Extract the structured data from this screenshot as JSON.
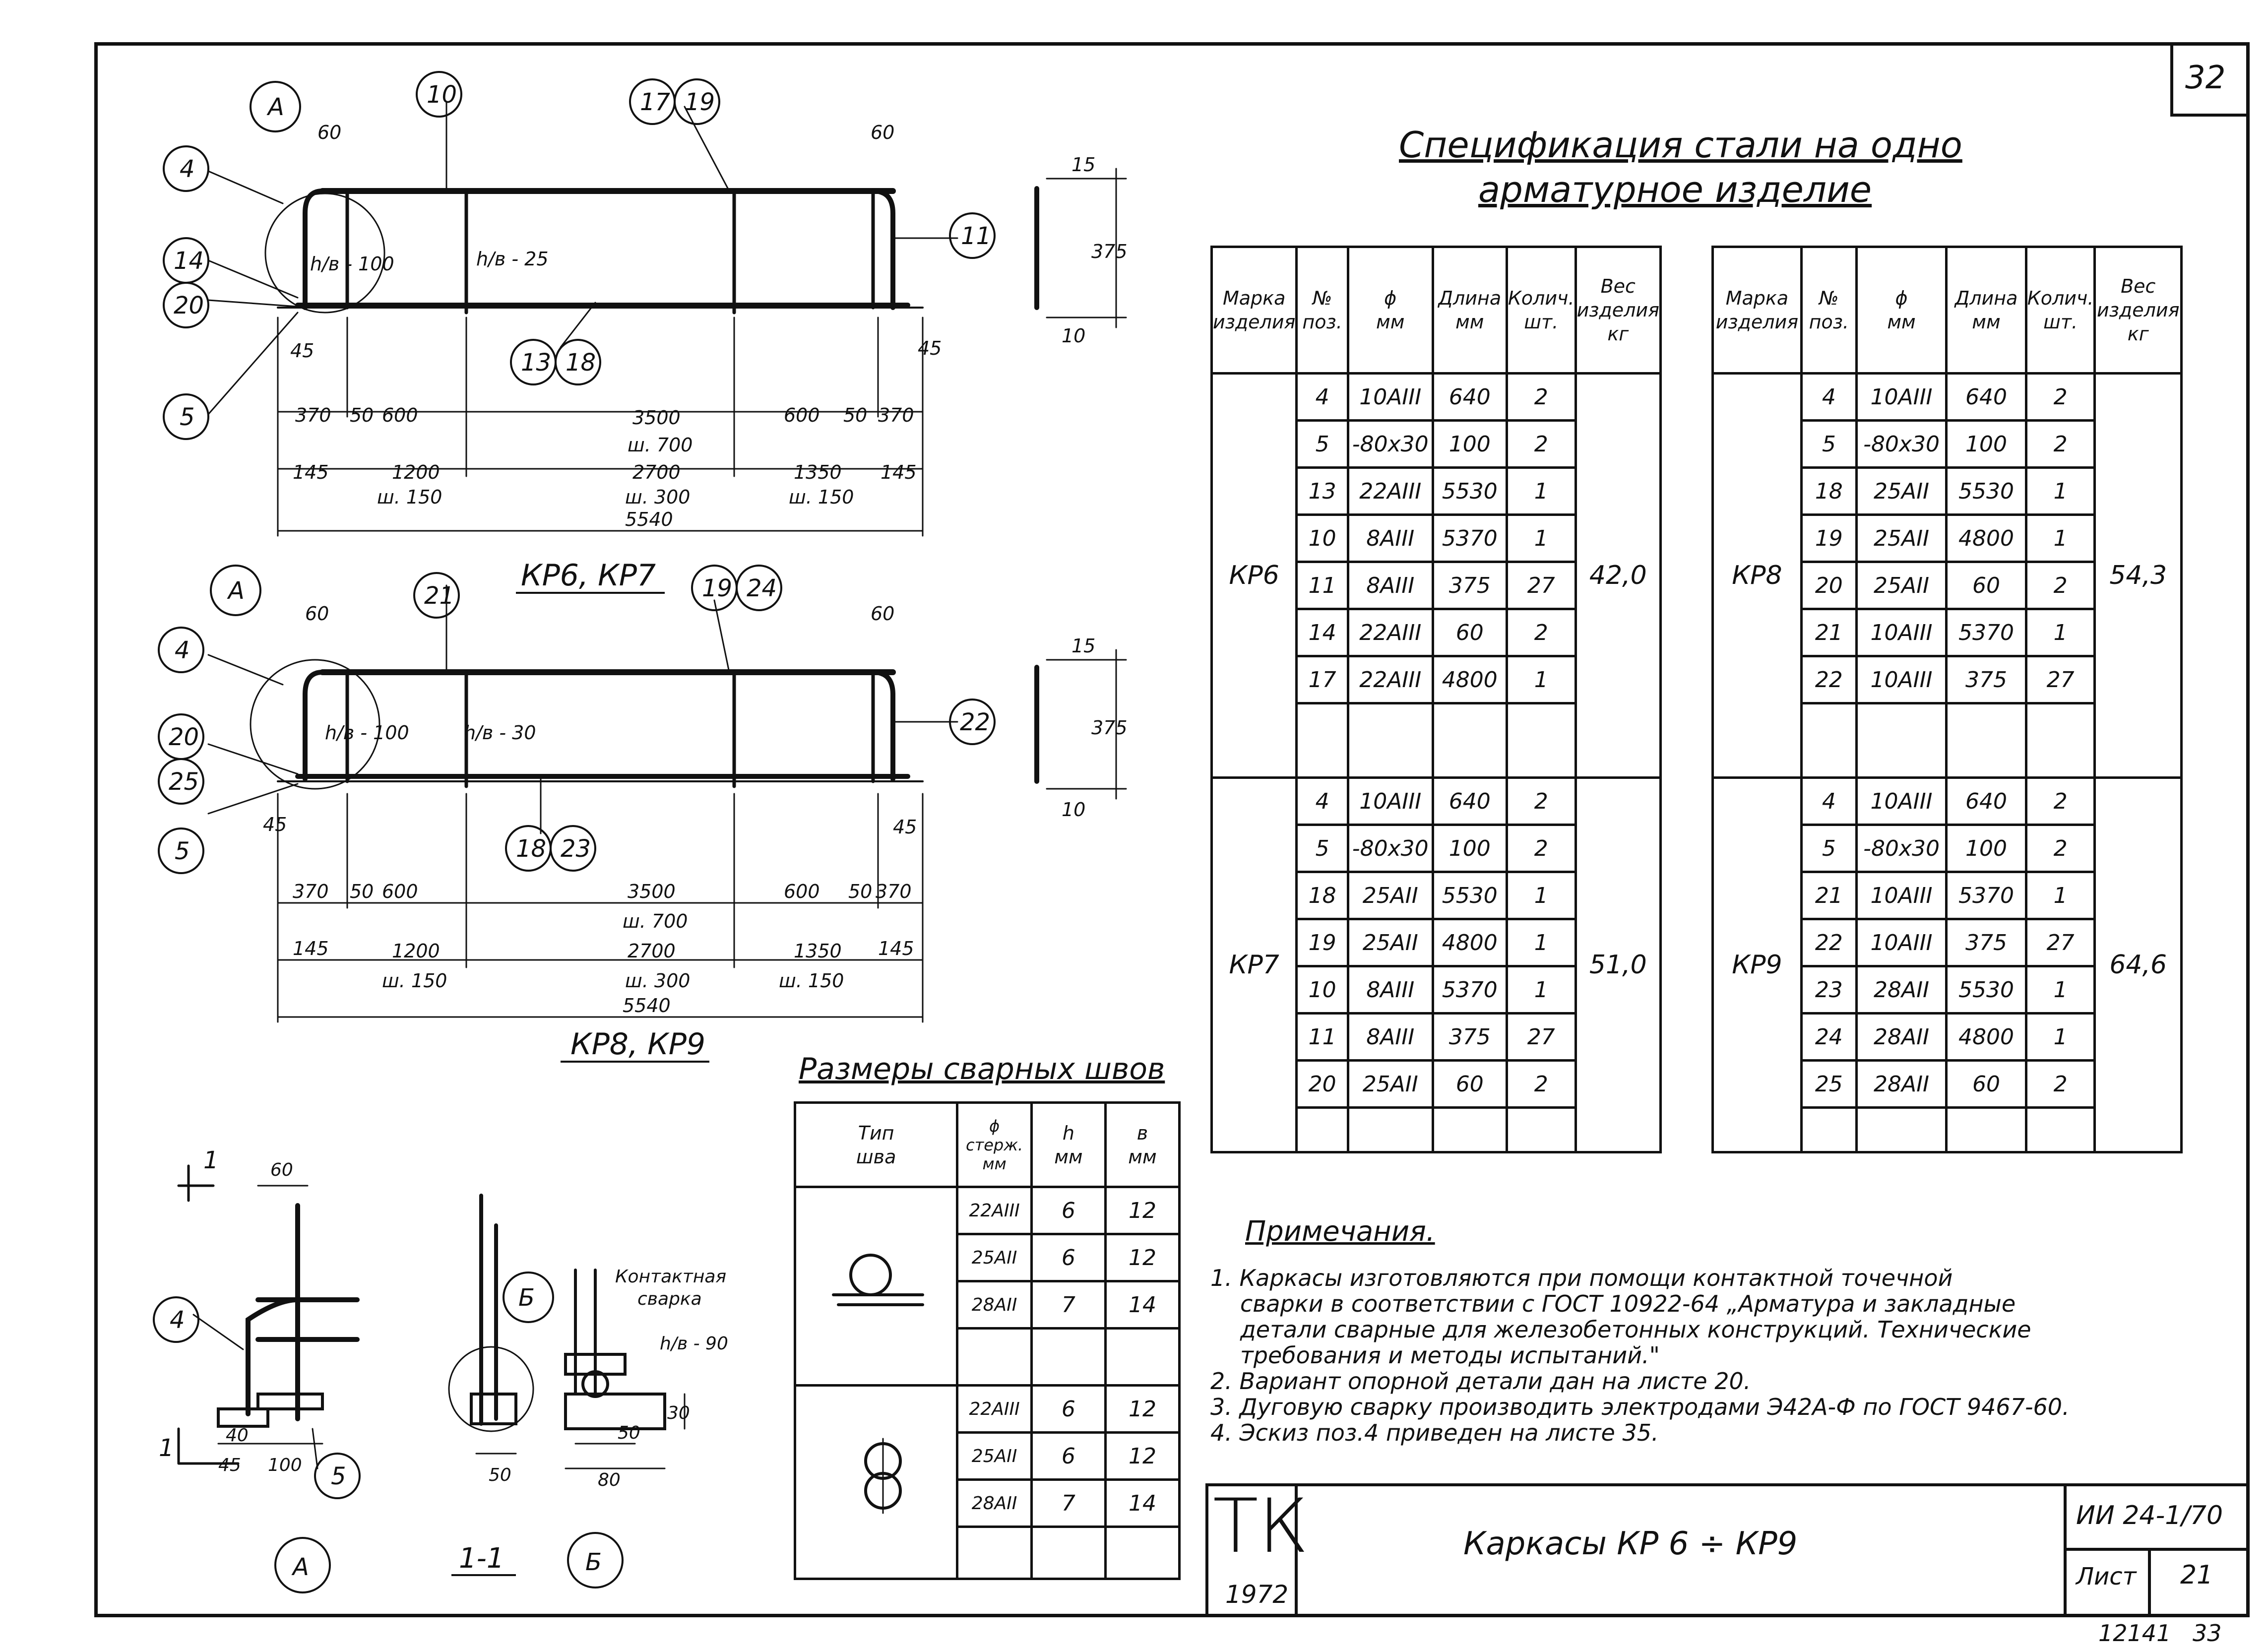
{
  "sheet_number": "32",
  "spec": {
    "title_line1": "Спецификация стали на одно",
    "title_line2": "арматурное изделие",
    "headers": {
      "mark": [
        "Марка",
        "изделия"
      ],
      "pos": [
        "№",
        "поз."
      ],
      "dia": [
        "ϕ",
        "мм"
      ],
      "length": [
        "Длина",
        "мм"
      ],
      "qty": [
        "Колич.",
        "шт."
      ],
      "weight": [
        "Вес",
        "изделия",
        "кг"
      ]
    },
    "left_table": [
      {
        "mark": "КР6",
        "weight": "42,0",
        "rows": [
          [
            "4",
            "10АIII",
            "640",
            "2"
          ],
          [
            "5",
            "-80х30",
            "100",
            "2"
          ],
          [
            "13",
            "22АIII",
            "5530",
            "1"
          ],
          [
            "10",
            "8АIII",
            "5370",
            "1"
          ],
          [
            "11",
            "8АIII",
            "375",
            "27"
          ],
          [
            "14",
            "22АIII",
            "60",
            "2"
          ],
          [
            "17",
            "22АIII",
            "4800",
            "1"
          ]
        ]
      },
      {
        "mark": "КР7",
        "weight": "51,0",
        "rows": [
          [
            "4",
            "10АIII",
            "640",
            "2"
          ],
          [
            "5",
            "-80х30",
            "100",
            "2"
          ],
          [
            "18",
            "25АII",
            "5530",
            "1"
          ],
          [
            "19",
            "25АII",
            "4800",
            "1"
          ],
          [
            "10",
            "8АIII",
            "5370",
            "1"
          ],
          [
            "11",
            "8АIII",
            "375",
            "27"
          ],
          [
            "20",
            "25АII",
            "60",
            "2"
          ]
        ]
      }
    ],
    "right_table": [
      {
        "mark": "КР8",
        "weight": "54,3",
        "rows": [
          [
            "4",
            "10АIII",
            "640",
            "2"
          ],
          [
            "5",
            "-80х30",
            "100",
            "2"
          ],
          [
            "18",
            "25АII",
            "5530",
            "1"
          ],
          [
            "19",
            "25АII",
            "4800",
            "1"
          ],
          [
            "20",
            "25АII",
            "60",
            "2"
          ],
          [
            "21",
            "10АIII",
            "5370",
            "1"
          ],
          [
            "22",
            "10АIII",
            "375",
            "27"
          ]
        ]
      },
      {
        "mark": "КР9",
        "weight": "64,6",
        "rows": [
          [
            "4",
            "10АIII",
            "640",
            "2"
          ],
          [
            "5",
            "-80х30",
            "100",
            "2"
          ],
          [
            "21",
            "10АIII",
            "5370",
            "1"
          ],
          [
            "22",
            "10АIII",
            "375",
            "27"
          ],
          [
            "23",
            "28АII",
            "5530",
            "1"
          ],
          [
            "24",
            "28АII",
            "4800",
            "1"
          ],
          [
            "25",
            "28АII",
            "60",
            "2"
          ]
        ]
      }
    ]
  },
  "weld": {
    "title": "Размеры сварных швов",
    "headers": {
      "type": [
        "Тип",
        "шва"
      ],
      "dia": [
        "ϕ",
        "стерж.",
        "мм"
      ],
      "h": [
        "h",
        "мм"
      ],
      "b": [
        "в",
        "мм"
      ]
    },
    "groups": [
      [
        [
          "22АIII",
          "6",
          "12"
        ],
        [
          "25АII",
          "6",
          "12"
        ],
        [
          "28АII",
          "7",
          "14"
        ]
      ],
      [
        [
          "22АIII",
          "6",
          "12"
        ],
        [
          "25АII",
          "6",
          "12"
        ],
        [
          "28АII",
          "7",
          "14"
        ]
      ]
    ]
  },
  "notes": {
    "title": "Примечания.",
    "items": [
      "1. Каркасы изготовляются при помощи контактной точечной",
      "сварки в соответствии с ГОСТ 10922-64 „Арматура и закладные",
      "детали сварные для железобетонных конструкций. Технические",
      "требования и методы испытаний.\"",
      "2. Вариант опорной детали дан на листе 20.",
      "3. Дуговую сварку производить электродами Э42А-Ф по ГОСТ 9467-60.",
      "4. Эскиз поз.4 приведен на листе 35."
    ]
  },
  "stamp": {
    "logo": "ТК",
    "year": "1972",
    "title": "Каркасы КР 6 ÷ КР9",
    "code": "ИИ 24-1/70",
    "sheet_label": "Лист",
    "sheet_value": "21"
  },
  "footer": {
    "num1": "12141",
    "num2": "33"
  },
  "drawing1": {
    "caption": "КР6, КР7",
    "callouts": [
      "А",
      "10",
      "17",
      "19",
      "4",
      "14",
      "20",
      "11",
      "13",
      "18",
      "5"
    ],
    "dims_top": [
      "60",
      "60"
    ],
    "dims_side": [
      "15",
      "375",
      "10"
    ],
    "weld_mark_1": "h/в - 100",
    "weld_mark_2": "h/в - 25",
    "dims_row1": [
      "370",
      "50",
      "600",
      "3500",
      "600",
      "50",
      "370"
    ],
    "dims_row1_sub": "ш. 700",
    "dims_45": [
      "45",
      "45"
    ],
    "dims_row2": [
      "145",
      "1200",
      "2700",
      "1350",
      "145"
    ],
    "dims_row2_sub": [
      "ш. 150",
      "ш. 300",
      "ш. 150"
    ],
    "total": "5540"
  },
  "drawing2": {
    "caption": "КР8, КР9",
    "callouts": [
      "А",
      "21",
      "19",
      "24",
      "4",
      "20",
      "25",
      "22",
      "18",
      "23",
      "5"
    ],
    "dims_top": [
      "60",
      "60"
    ],
    "dims_side": [
      "15",
      "375",
      "10"
    ],
    "weld_mark_1": "h/в - 100",
    "weld_mark_2": "h/в - 30",
    "dims_row1": [
      "370",
      "50",
      "600",
      "3500",
      "600",
      "50",
      "370"
    ],
    "dims_row1_sub": "ш. 700",
    "dims_45": [
      "45",
      "45"
    ],
    "dims_row2": [
      "145",
      "1200",
      "2700",
      "1350",
      "145"
    ],
    "dims_row2_sub": [
      "ш. 150",
      "ш. 300",
      "ш. 150"
    ],
    "total": "5540"
  },
  "details": {
    "a_label": "А",
    "a_dims": [
      "60",
      "40",
      "45",
      "100"
    ],
    "a_callouts": [
      "4",
      "5"
    ],
    "section_label": "1-1",
    "section_mark": "1",
    "section_dim": "50",
    "b_label": "Б",
    "b_note": [
      "Контактная",
      "сварка"
    ],
    "b_weld": "h/в - 90",
    "b_dims": [
      "30",
      "50",
      "80"
    ]
  }
}
